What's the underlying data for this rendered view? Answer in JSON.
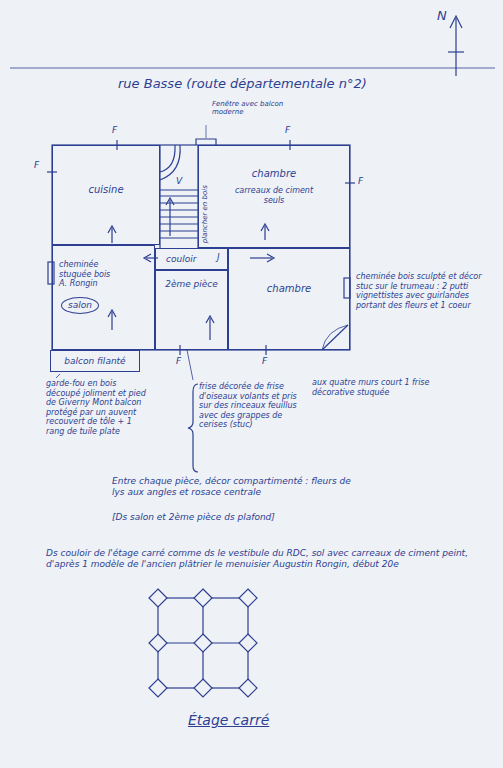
{
  "diagram": {
    "title": "Étage carré",
    "nodes": [
      {
        "text": [
          "cuisine"
        ]
      },
      {
        "text": [
          "chambre",
          "carreaux de ciment seuls"
        ]
      },
      {
        "text": [
          "cheminée stuquée bois A. Rongin",
          "salon"
        ]
      },
      {
        "text": [
          "couloir"
        ]
      },
      {
        "text": [
          "2ème pièce"
        ]
      },
      {
        "text": [
          "chambre"
        ]
      },
      {
        "text": [
          "balcon filanté"
        ]
      }
    ],
    "labels": [
      "N",
      "rue Basse (route départementale n°2)",
      "Fenêtre avec balcon moderne",
      "F",
      "F",
      "F",
      "F",
      "F",
      "F",
      "V",
      "plancher en bois",
      "J",
      "cheminée bois sculpté et décor stuc sur le trumeau : 2 putti vignettistes avec guirlandes portant des fleurs et 1 coeur",
      "garde-fou en bois découpé joliment et pied de Giverny Mont balcon protégé par un auvent recouvert de tôle + 1 rang de tuile plate",
      "frise décorée de frise d'oiseaux volants et pris sur des rinceaux feuillus avec des grappes de cerises (stuc)",
      "aux quatre murs court 1 frise décorative stuquée",
      "Entre chaque pièce, décor compartimenté : fleurs de lys aux angles et rosace centrale",
      "[Ds salon et 2ème pièce ds plafond]",
      "Ds couloir de l'étage carré comme ds le vestibule du RDC, sol avec carreaux de ciment peint, d'après 1 modèle de l'ancien plâtrier le menuisier Augustin Rongin, début 20e"
    ]
  }
}
